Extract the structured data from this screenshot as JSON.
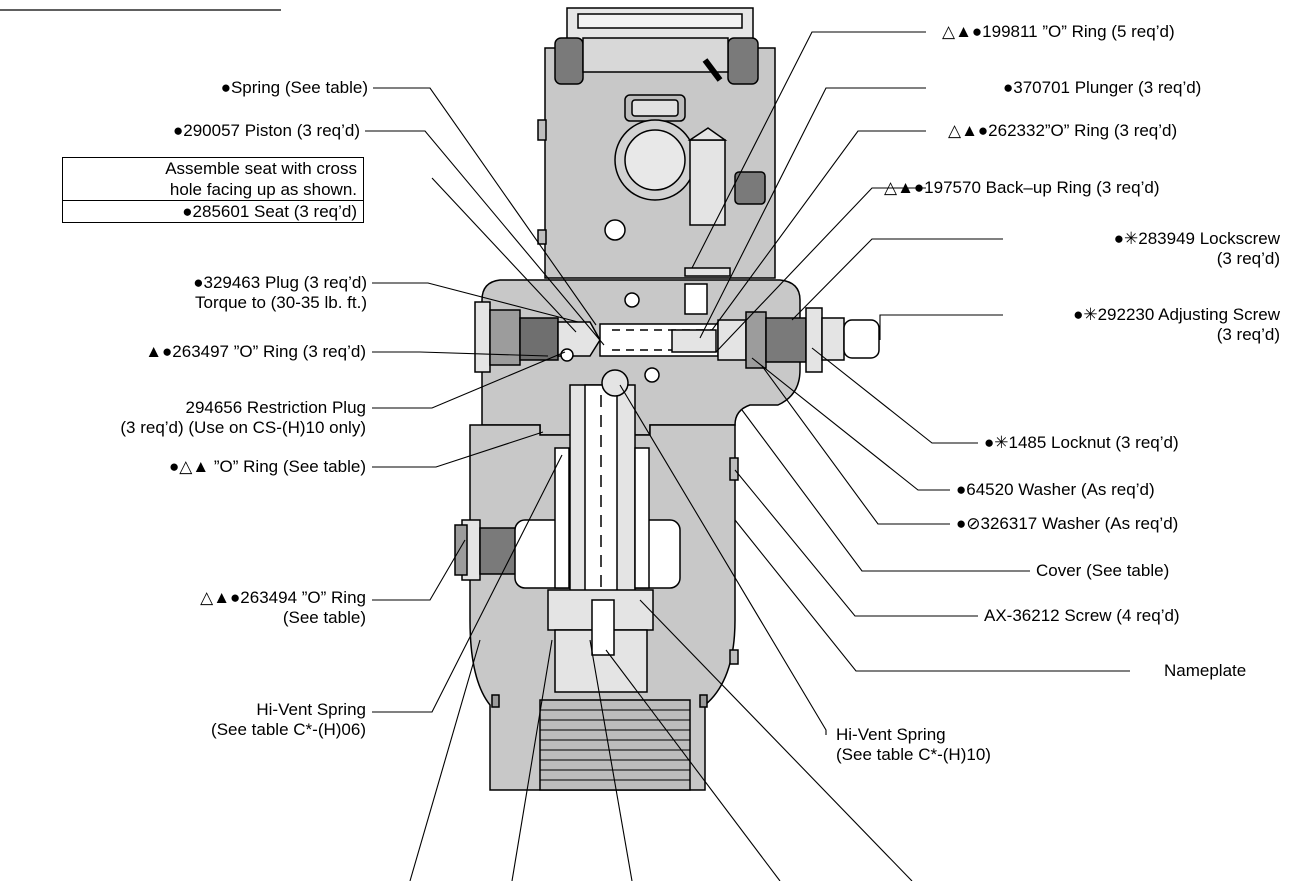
{
  "callouts": {
    "o_ring_199811": "△▲●199811 ”O” Ring (5 req’d)",
    "spring": "●Spring (See table)",
    "plunger_370701": "●370701 Plunger (3 req’d)",
    "piston_290057": "●290057 Piston (3 req’d)",
    "o_ring_262332": "△▲●262332”O” Ring (3 req’d)",
    "seat_note_line1": "Assemble seat with cross",
    "seat_note_line2": "hole facing up as shown.",
    "seat_285601": "●285601 Seat (3 req’d)",
    "backup_ring_197570": "△▲●197570 Back–up Ring (3 req’d)",
    "lockscrew_283949_a": "●✳283949 Lockscrew",
    "lockscrew_283949_b": "(3 req’d)",
    "plug_329463_a": "●329463 Plug (3 req’d)",
    "plug_329463_b": "Torque to (30-35 lb. ft.)",
    "o_ring_263497": "▲●263497 ”O” Ring (3 req’d)",
    "adjusting_screw_a": "●✳292230 Adjusting Screw",
    "adjusting_screw_b": "(3 req’d)",
    "restriction_plug_a": "294656 Restriction Plug",
    "restriction_plug_b": "(3 req’d) (Use on CS-(H)10 only)",
    "locknut_1485": "●✳1485 Locknut (3 req’d)",
    "o_ring_see_table": "●△▲ ”O” Ring (See table)",
    "washer_64520": "●64520 Washer (As req’d)",
    "washer_326317": "●⊘326317 Washer (As req’d)",
    "cover": "Cover (See table)",
    "o_ring_263494_a": "△▲●263494 ”O” Ring",
    "o_ring_263494_b": "(See table)",
    "screw_ax36212": "AX-36212 Screw (4 req’d)",
    "nameplate": "Nameplate",
    "hivent_06_a": "Hi-Vent Spring",
    "hivent_06_b": "(See table C*-(H)06)",
    "hivent_10_a": "Hi-Vent Spring",
    "hivent_10_b": "(See table C*-(H)10)"
  }
}
